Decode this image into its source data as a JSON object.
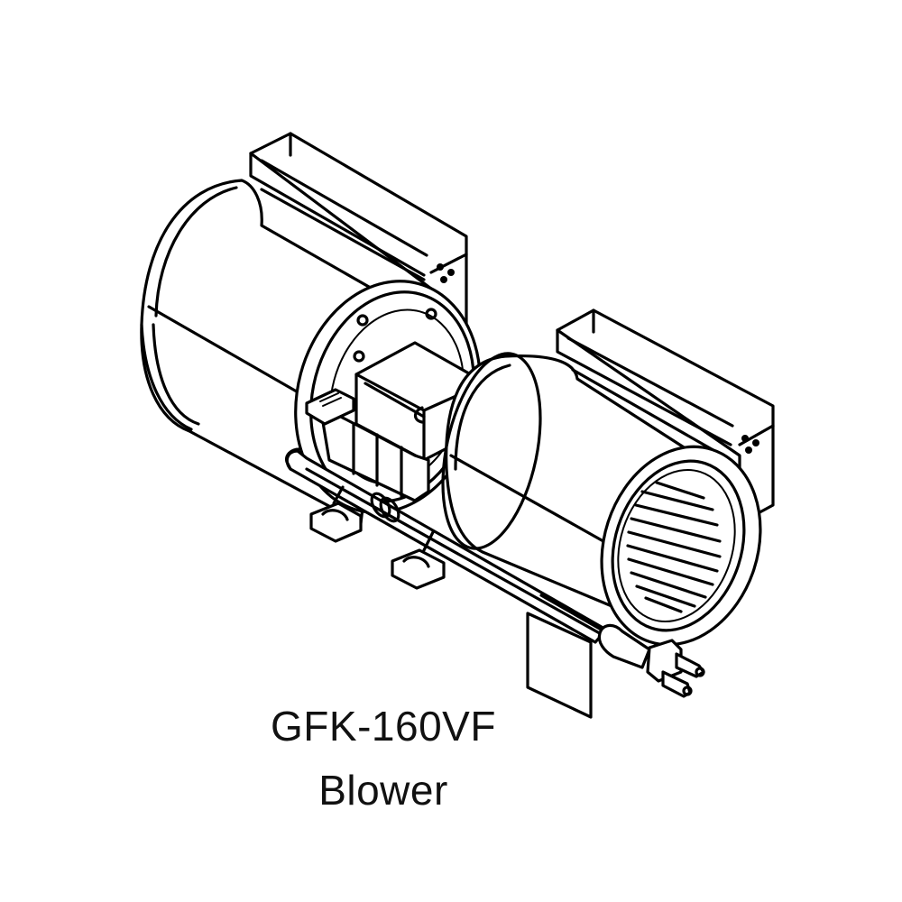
{
  "figure": {
    "subject": "dual-wheel centrifugal blower assembly",
    "components": [
      "left-blower-housing",
      "right-blower-housing",
      "motor",
      "mounting-rail",
      "mounting-feet",
      "power-cord",
      "three-prong-plug",
      "label-tag",
      "squirrel-cage-wheel"
    ],
    "colors": {
      "line": "#000000",
      "background": "#ffffff"
    }
  },
  "caption": {
    "model": "GFK-160VF",
    "type": "Blower"
  }
}
